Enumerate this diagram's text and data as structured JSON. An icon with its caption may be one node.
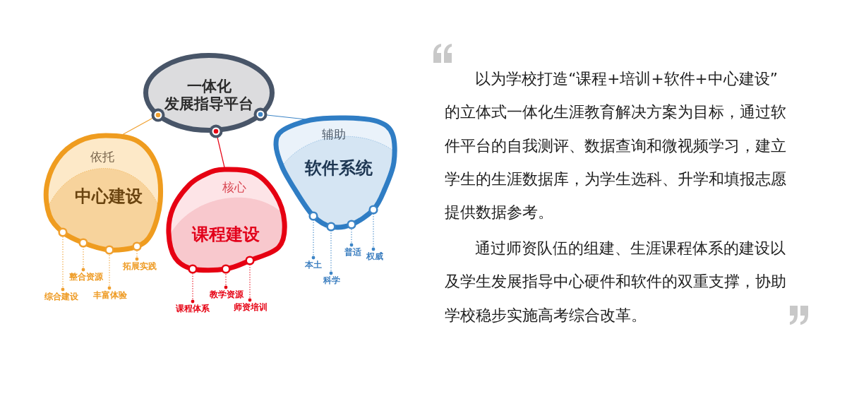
{
  "diagram": {
    "nodes": [
      {
        "text": [
          "一体化发展指导平台"
        ]
      },
      {
        "text": [
          "依托",
          "中心建设"
        ]
      },
      {
        "text": [
          "核心",
          "课程建设"
        ]
      },
      {
        "text": [
          "辅助",
          "软件系统"
        ]
      },
      {
        "text": [
          "综合建设"
        ]
      },
      {
        "text": [
          "整合资源"
        ]
      },
      {
        "text": [
          "丰富体验"
        ]
      },
      {
        "text": [
          "拓展实践"
        ]
      },
      {
        "text": [
          "课程体系"
        ]
      },
      {
        "text": [
          "教学资源"
        ]
      },
      {
        "text": [
          "师资培训"
        ]
      },
      {
        "text": [
          "本土"
        ]
      },
      {
        "text": [
          "科学"
        ]
      },
      {
        "text": [
          "普适"
        ]
      },
      {
        "text": [
          "权威"
        ]
      }
    ],
    "edges": [
      {
        "from": 0,
        "to": 1,
        "arrow": "other",
        "color": "#f0a030"
      },
      {
        "from": 0,
        "to": 2,
        "arrow": "other",
        "color": "#e60012"
      },
      {
        "from": 0,
        "to": 3,
        "arrow": "other",
        "color": "#3d85c6"
      },
      {
        "from": 4,
        "to": 1,
        "arrow": "other",
        "style": "dashed",
        "color": "#f0a030"
      },
      {
        "from": 5,
        "to": 1,
        "arrow": "other",
        "style": "dashed",
        "color": "#f0a030"
      },
      {
        "from": 6,
        "to": 1,
        "arrow": "other",
        "style": "dashed",
        "color": "#f0a030"
      },
      {
        "from": 7,
        "to": 1,
        "arrow": "other",
        "style": "dashed",
        "color": "#f0a030"
      },
      {
        "from": 8,
        "to": 2,
        "arrow": "other",
        "style": "dashed",
        "color": "#e60012"
      },
      {
        "from": 9,
        "to": 2,
        "arrow": "other",
        "style": "dashed",
        "color": "#e60012"
      },
      {
        "from": 10,
        "to": 2,
        "arrow": "other",
        "style": "dashed",
        "color": "#e60012"
      },
      {
        "from": 11,
        "to": 3,
        "arrow": "other",
        "style": "dashed",
        "color": "#3d85c6"
      },
      {
        "from": 12,
        "to": 3,
        "arrow": "other",
        "style": "dashed",
        "color": "#3d85c6"
      },
      {
        "from": 13,
        "to": 3,
        "arrow": "other",
        "style": "dashed",
        "color": "#3d85c6"
      },
      {
        "from": 14,
        "to": 3,
        "arrow": "other",
        "style": "dashed",
        "color": "#3d85c6"
      }
    ],
    "labels": [
      "以为学校打造“课程+培训+软件+中心建设”的立体式一体化生涯教育解决方案为目标，通过软件平台的自我测评、数据查询和微视频学习，建立学生的生涯数据库，为学生选科、升学和填报志愿提供数据参考。",
      "通过师资队伍的组建、生涯课程体系的建设以及学生发展指导中心硬件和软件的双重支撑，协助学校稳步实施高考综合改革。"
    ]
  }
}
